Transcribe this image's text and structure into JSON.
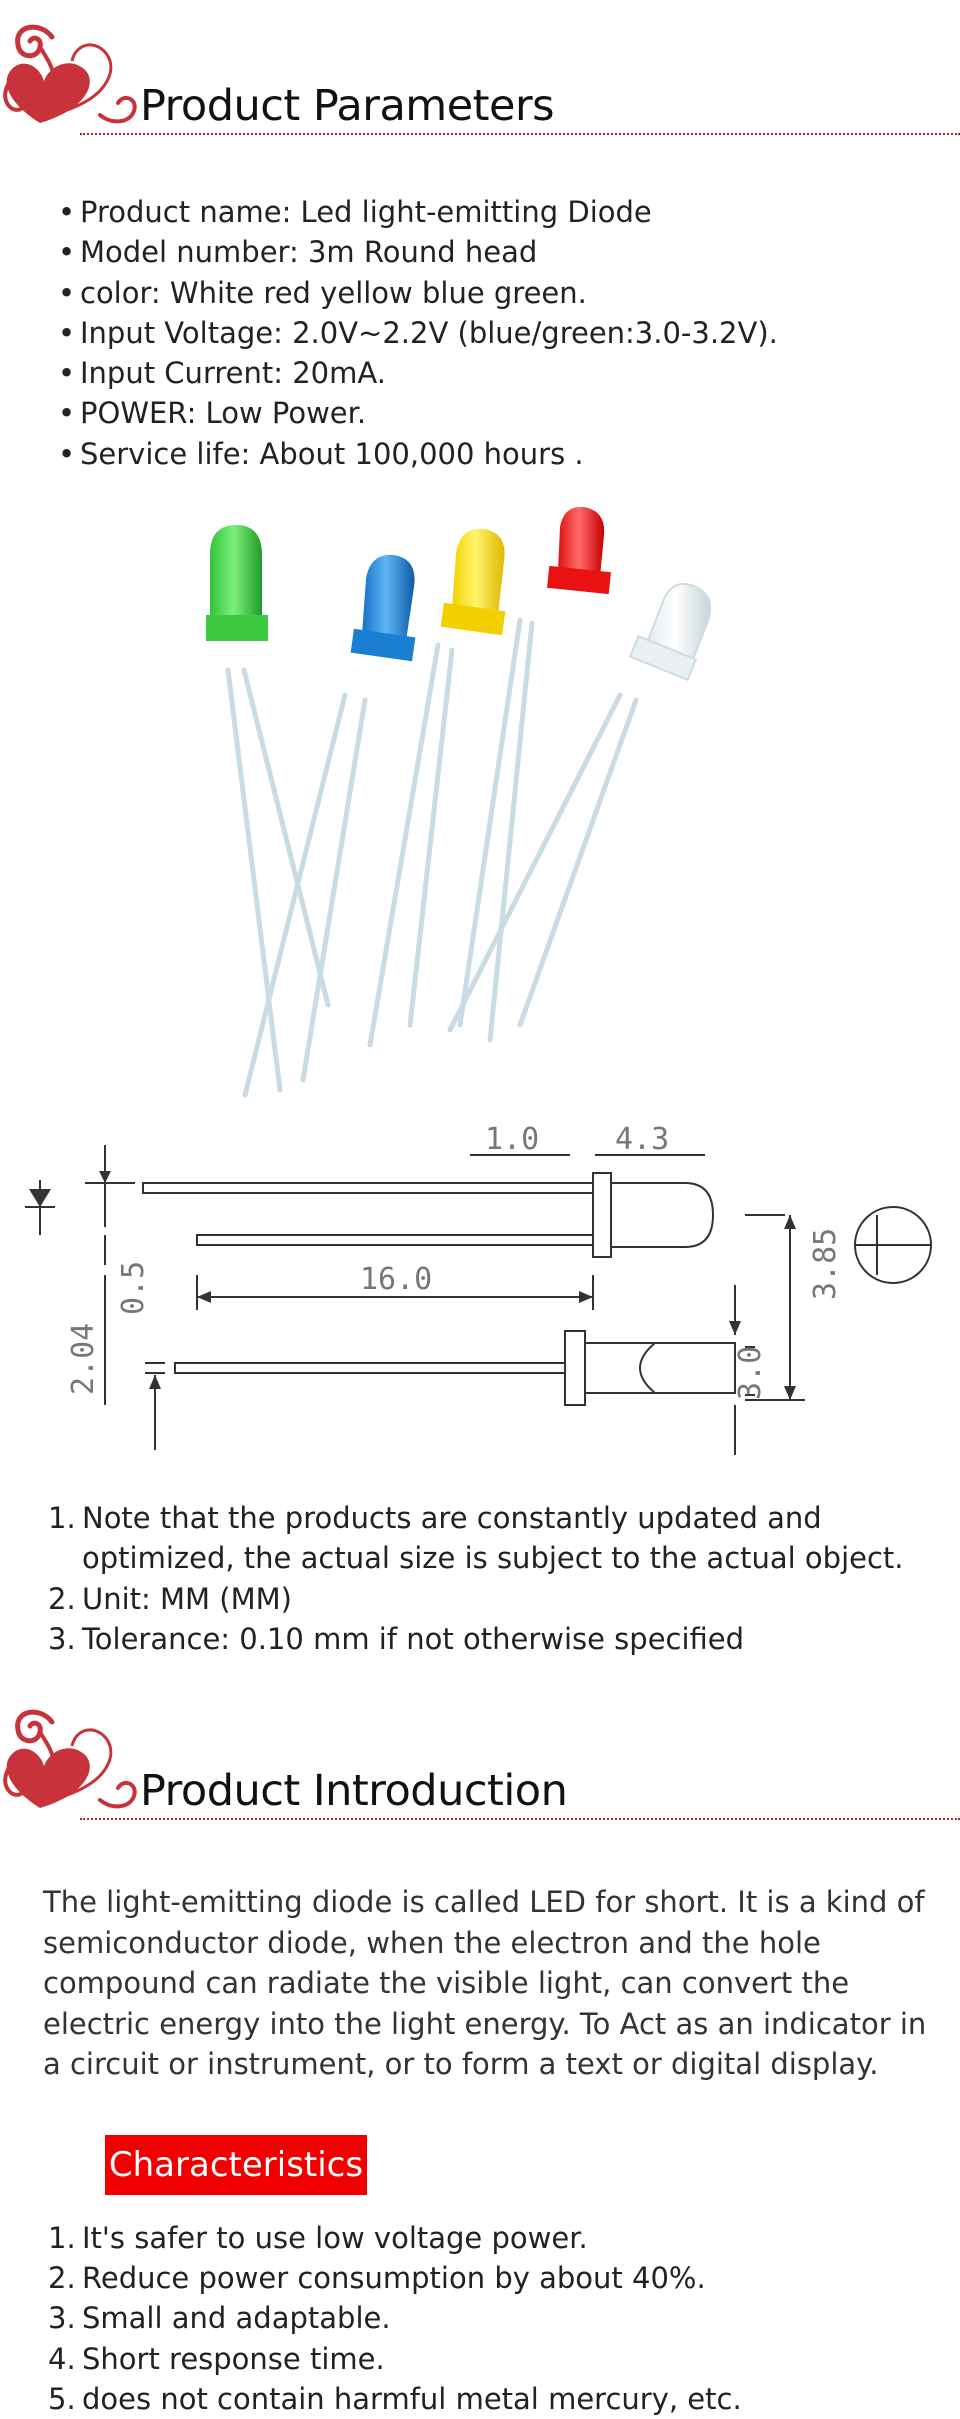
{
  "colors": {
    "accent": "#c8323a",
    "badge": "#f00000",
    "rule": "#b5222a"
  },
  "section1": {
    "title": "Product Parameters",
    "icon": "heart-swirl-icon",
    "params": [
      "Product name:  Led light-emitting Diode",
      "Model number:  3m Round head",
      "color:  White red yellow blue green.",
      "Input Voltage:  2.0V~2.2V (blue/green:3.0-3.2V).",
      "Input Current: 20mA.",
      "POWER: Low Power.",
      "Service life: About 100,000 hours ."
    ]
  },
  "diagram": {
    "dims": {
      "d1": "1.0",
      "d2": "4.3",
      "d3": "16.0",
      "d4": "0.5",
      "d5": "2.04",
      "d6": "3.85",
      "d7": "3.0"
    }
  },
  "notes": [
    {
      "num": "1.",
      "text": "Note that the products are constantly updated and optimized, the actual size is subject to the actual object."
    },
    {
      "num": "2.",
      "text": "Unit: MM (MM)"
    },
    {
      "num": "3.",
      "text": "Tolerance: 0.10 mm if not otherwise specified"
    }
  ],
  "section2": {
    "title": "Product Introduction",
    "icon": "heart-swirl-icon",
    "intro": "The light-emitting diode is called LED for short. It is a kind of semiconductor diode, when the electron and the hole compound can radiate the visible light, can convert the electric energy into the light energy. To Act as an indicator in a circuit or instrument, or to form a text or digital display.",
    "characteristics_label": "Characteristics",
    "characteristics": [
      {
        "num": "1.",
        "text": "It's safer to use low voltage power."
      },
      {
        "num": "2.",
        "text": "Reduce power consumption by about 40%."
      },
      {
        "num": "3.",
        "text": "Small and adaptable."
      },
      {
        "num": "4.",
        "text": "Short response time."
      },
      {
        "num": "5.",
        "text": "does not contain harmful metal mercury, etc."
      }
    ]
  }
}
